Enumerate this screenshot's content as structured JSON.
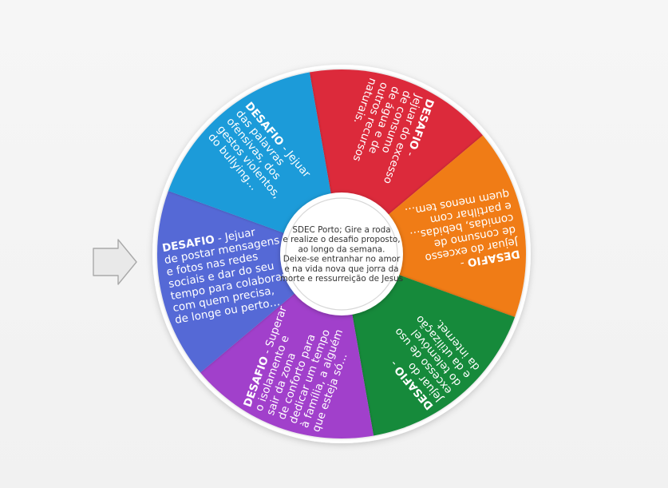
{
  "wheel": {
    "center_text": [
      "SDEC Porto; Gire a roda",
      "e realize o desafio proposto,",
      "ao longo da semana.",
      "Deixe-se entranhar no amor",
      "e na vida nova que jorra da",
      "morte e ressurreição de Jesus"
    ],
    "segments": [
      {
        "color": "#dc2a3b",
        "icon": "",
        "lines": [
          {
            "bold": "DESAFIO",
            "rest": " -"
          },
          {
            "bold": "",
            "rest": "Jejuar do excesso"
          },
          {
            "bold": "",
            "rest": "de consumo"
          },
          {
            "bold": "",
            "rest": "de água e de"
          },
          {
            "bold": "",
            "rest": "outros recursos"
          },
          {
            "bold": "",
            "rest": "naturais."
          }
        ]
      },
      {
        "color": "#f07b12",
        "icon": "",
        "lines": [
          {
            "bold": "DESAFIO",
            "rest": " -"
          },
          {
            "bold": "",
            "rest": "Jejuar do excesso"
          },
          {
            "bold": "",
            "rest": "de consumo de"
          },
          {
            "bold": "",
            "rest": "comidas, bebidas…"
          },
          {
            "bold": "",
            "rest": "e partilhar com"
          },
          {
            "bold": "",
            "rest": "quem menos tem…"
          }
        ]
      },
      {
        "color": "#138a3a",
        "icon": "",
        "lines": [
          {
            "bold": "DESAFIO",
            "rest": " -"
          },
          {
            "bold": "",
            "rest": "Jejuar do"
          },
          {
            "bold": "",
            "rest": "excesso de uso"
          },
          {
            "bold": "",
            "rest": "do telemóvel"
          },
          {
            "bold": "",
            "rest": "e da utilização"
          },
          {
            "bold": "",
            "rest": "da internet."
          }
        ]
      },
      {
        "color": "#a13fcb",
        "icon": "",
        "lines": [
          {
            "bold": "DESAFIO",
            "rest": " - Superar"
          },
          {
            "bold": "",
            "rest": "o isolamento e"
          },
          {
            "bold": "",
            "rest": "sair da zona"
          },
          {
            "bold": "",
            "rest": "de conforto para"
          },
          {
            "bold": "",
            "rest": "dedicar um tempo"
          },
          {
            "bold": "",
            "rest": "à família, a alguém"
          },
          {
            "bold": "",
            "rest": "que esteja só…"
          }
        ]
      },
      {
        "color": "#5569d6",
        "icon": "",
        "lines": [
          {
            "bold": "DESAFIO",
            "rest": " - Jejuar"
          },
          {
            "bold": "",
            "rest": "de postar mensagens"
          },
          {
            "bold": "",
            "rest": "e fotos nas redes"
          },
          {
            "bold": "",
            "rest": "sociais e dar do seu"
          },
          {
            "bold": "",
            "rest": "tempo para colaborar"
          },
          {
            "bold": "",
            "rest": "com quem precisa,"
          },
          {
            "bold": "",
            "rest": "de longe ou perto…"
          }
        ]
      },
      {
        "color": "#1a9bd9",
        "icon": "",
        "lines": [
          {
            "bold": "DESAFIO",
            "rest": " - Jejuar"
          },
          {
            "bold": "",
            "rest": "das palavras"
          },
          {
            "bold": "",
            "rest": "ofensivas, dos"
          },
          {
            "bold": "",
            "rest": "gestos violentos,"
          },
          {
            "bold": "",
            "rest": "do bullying…"
          }
        ]
      }
    ]
  },
  "pointer": {
    "icon": "arrow-right-icon"
  }
}
